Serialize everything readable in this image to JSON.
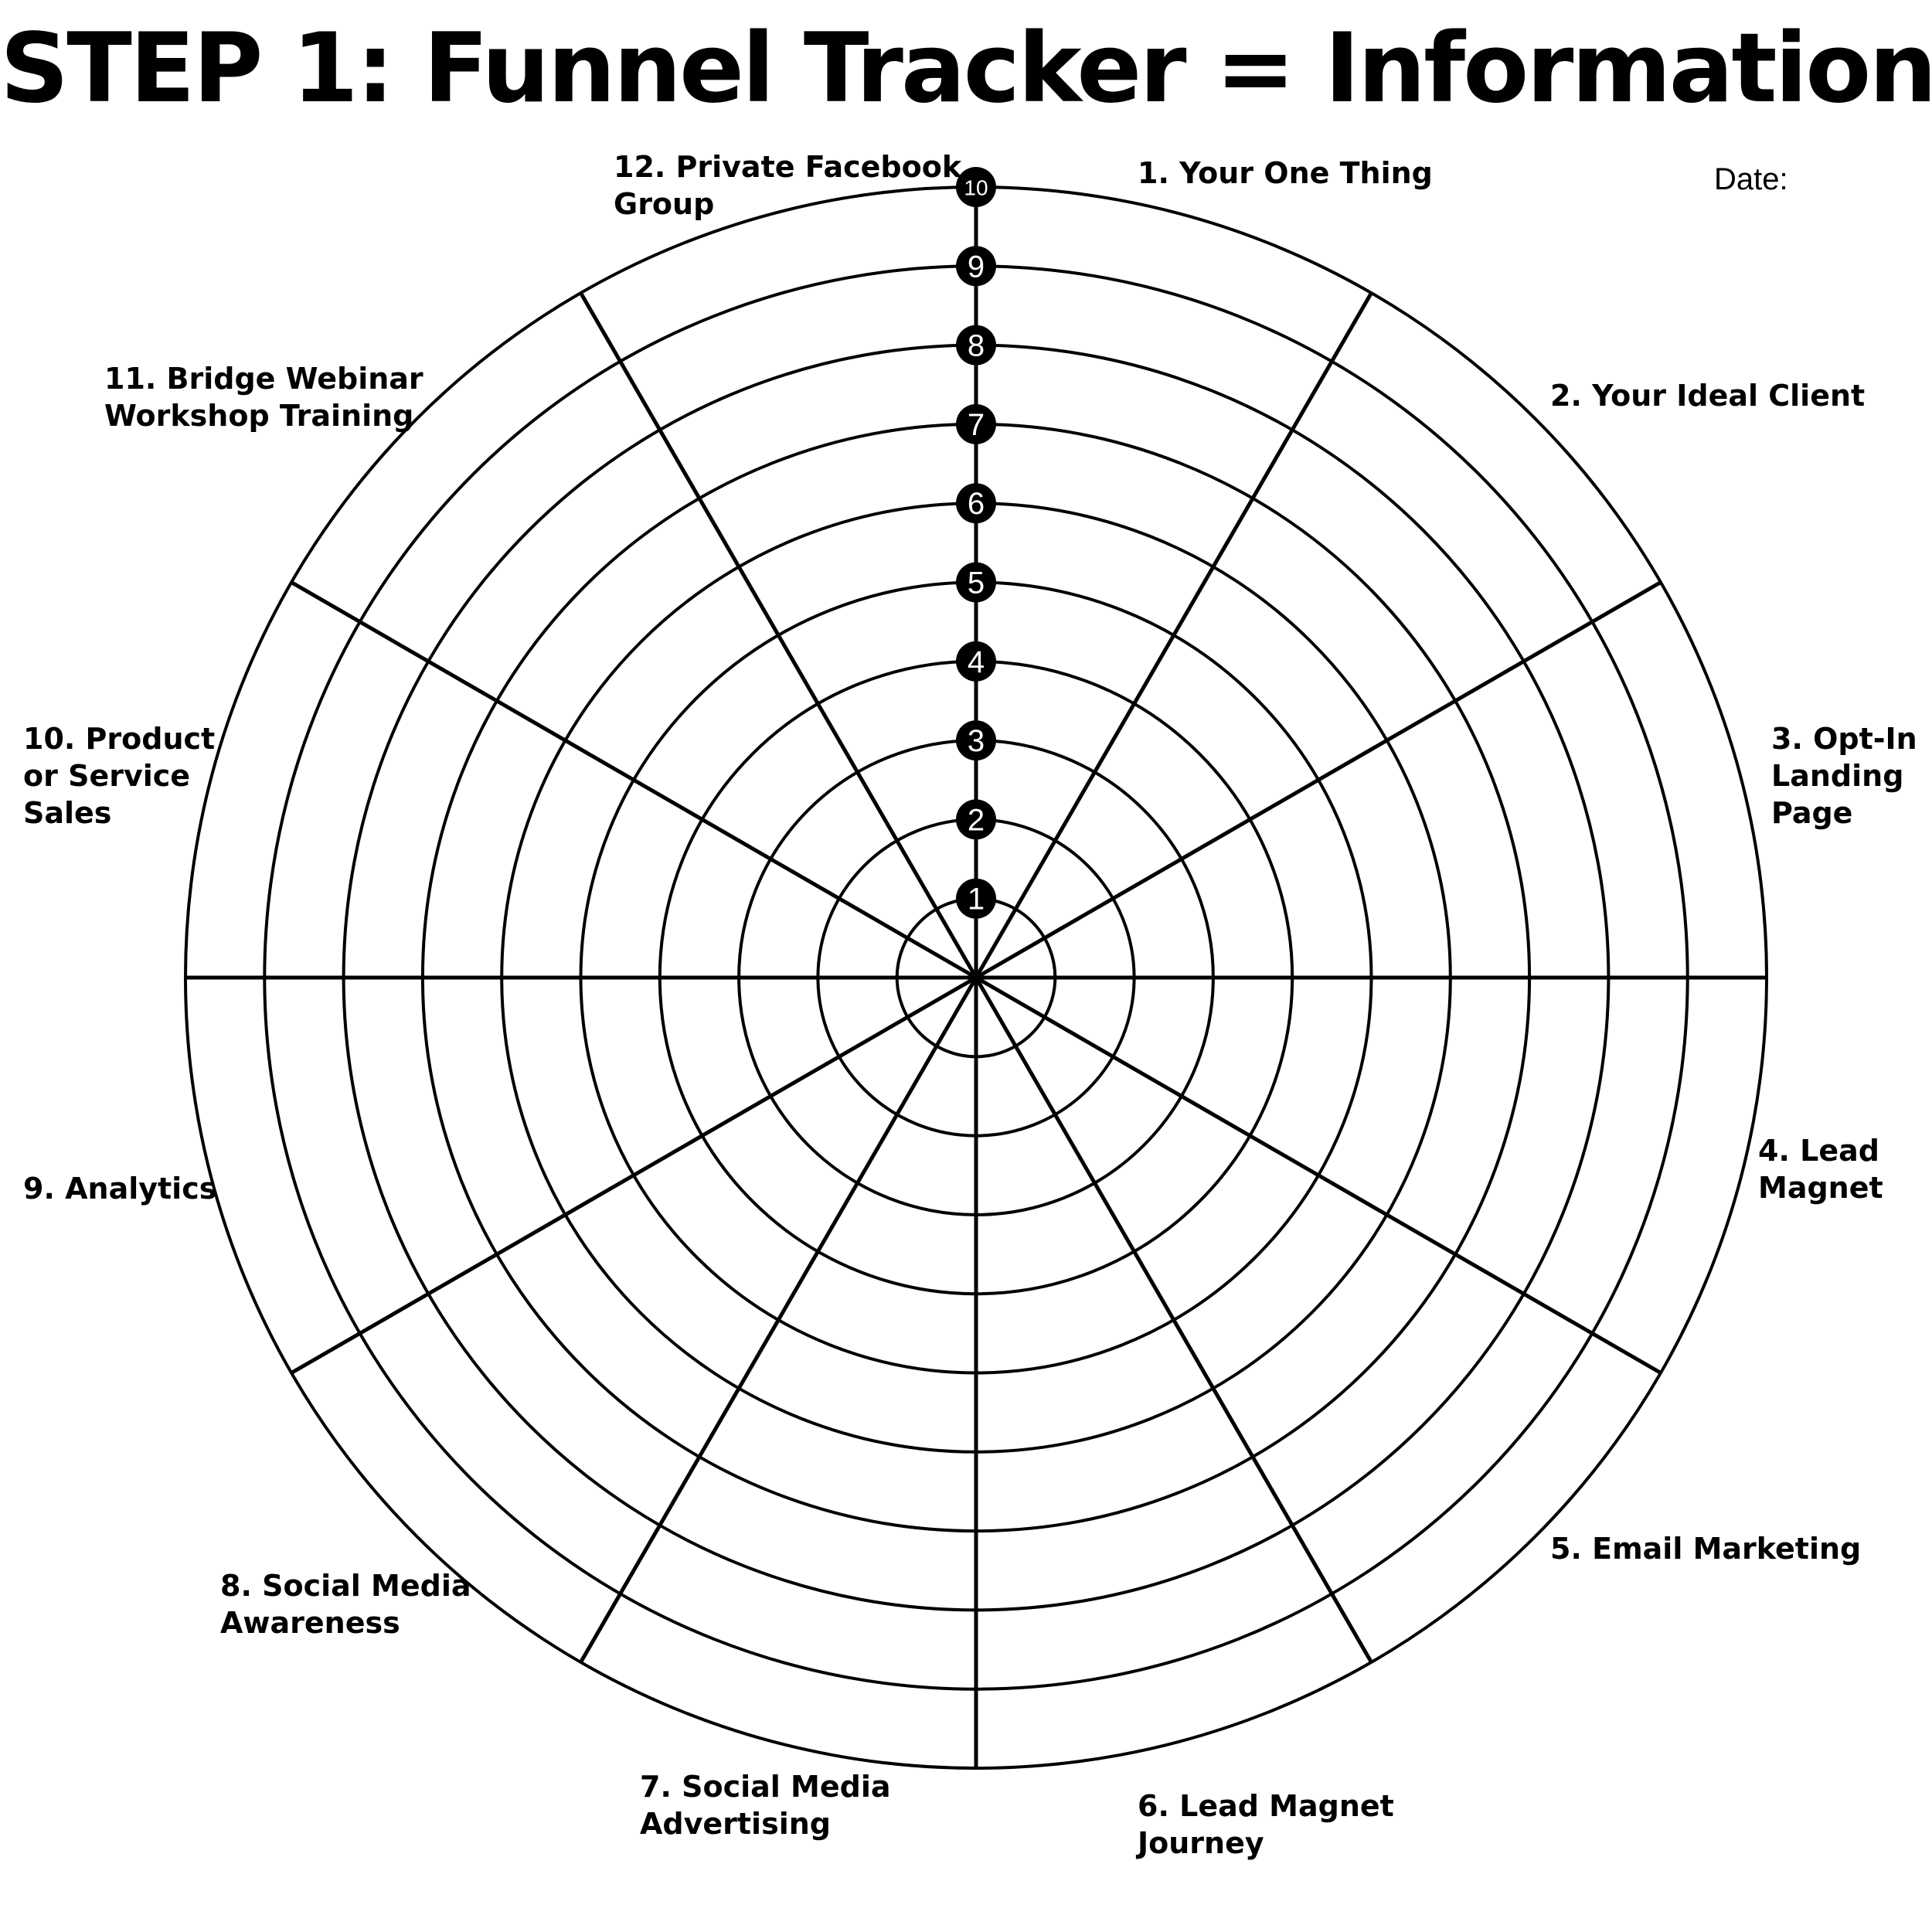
{
  "title": "STEP 1: Funnel Tracker = Information",
  "date_label": "Date:",
  "scale": {
    "min": 1,
    "max": 10,
    "levels": [
      "1",
      "2",
      "3",
      "4",
      "5",
      "6",
      "7",
      "8",
      "9",
      "10"
    ]
  },
  "segments": [
    {
      "number": 1,
      "label": "1. Your One Thing"
    },
    {
      "number": 2,
      "label": "2. Your Ideal Client"
    },
    {
      "number": 3,
      "label": "3. Opt-In\nLanding\nPage"
    },
    {
      "number": 4,
      "label": "4. Lead\nMagnet"
    },
    {
      "number": 5,
      "label": "5. Email Marketing"
    },
    {
      "number": 6,
      "label": "6. Lead Magnet\nJourney"
    },
    {
      "number": 7,
      "label": "7. Social Media\nAdvertising"
    },
    {
      "number": 8,
      "label": "8. Social Media\nAwareness"
    },
    {
      "number": 9,
      "label": "9. Analytics"
    },
    {
      "number": 10,
      "label": "10. Product\nor Service\nSales"
    },
    {
      "number": 11,
      "label": "11. Bridge Webinar\nWorkshop Training"
    },
    {
      "number": 12,
      "label": "12. Private Facebook\nGroup"
    }
  ],
  "colors": {
    "line": "#000000",
    "marker_fill": "#000000",
    "marker_text": "#ffffff",
    "background": "#ffffff"
  }
}
